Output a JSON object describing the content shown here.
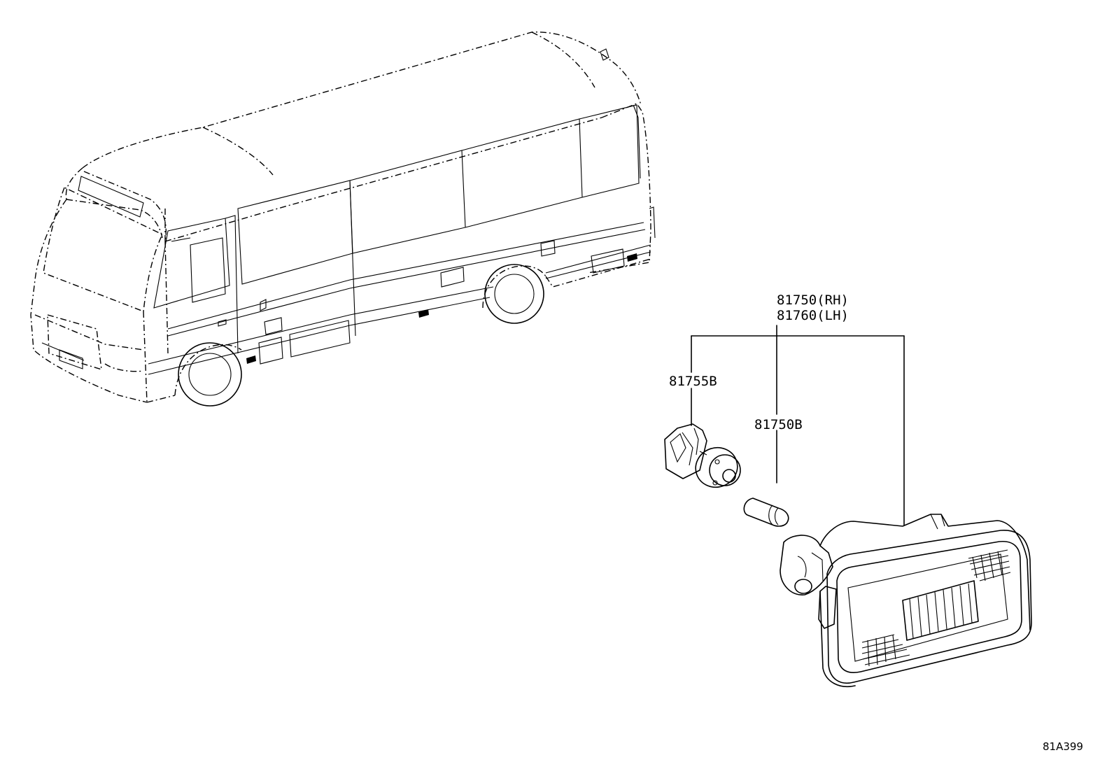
{
  "diagram": {
    "callouts": {
      "assembly_rh": "81750(RH)",
      "assembly_lh": "81760(LH)",
      "socket": "81755B",
      "bulb": "81750B"
    },
    "reference_code": "81A399"
  }
}
